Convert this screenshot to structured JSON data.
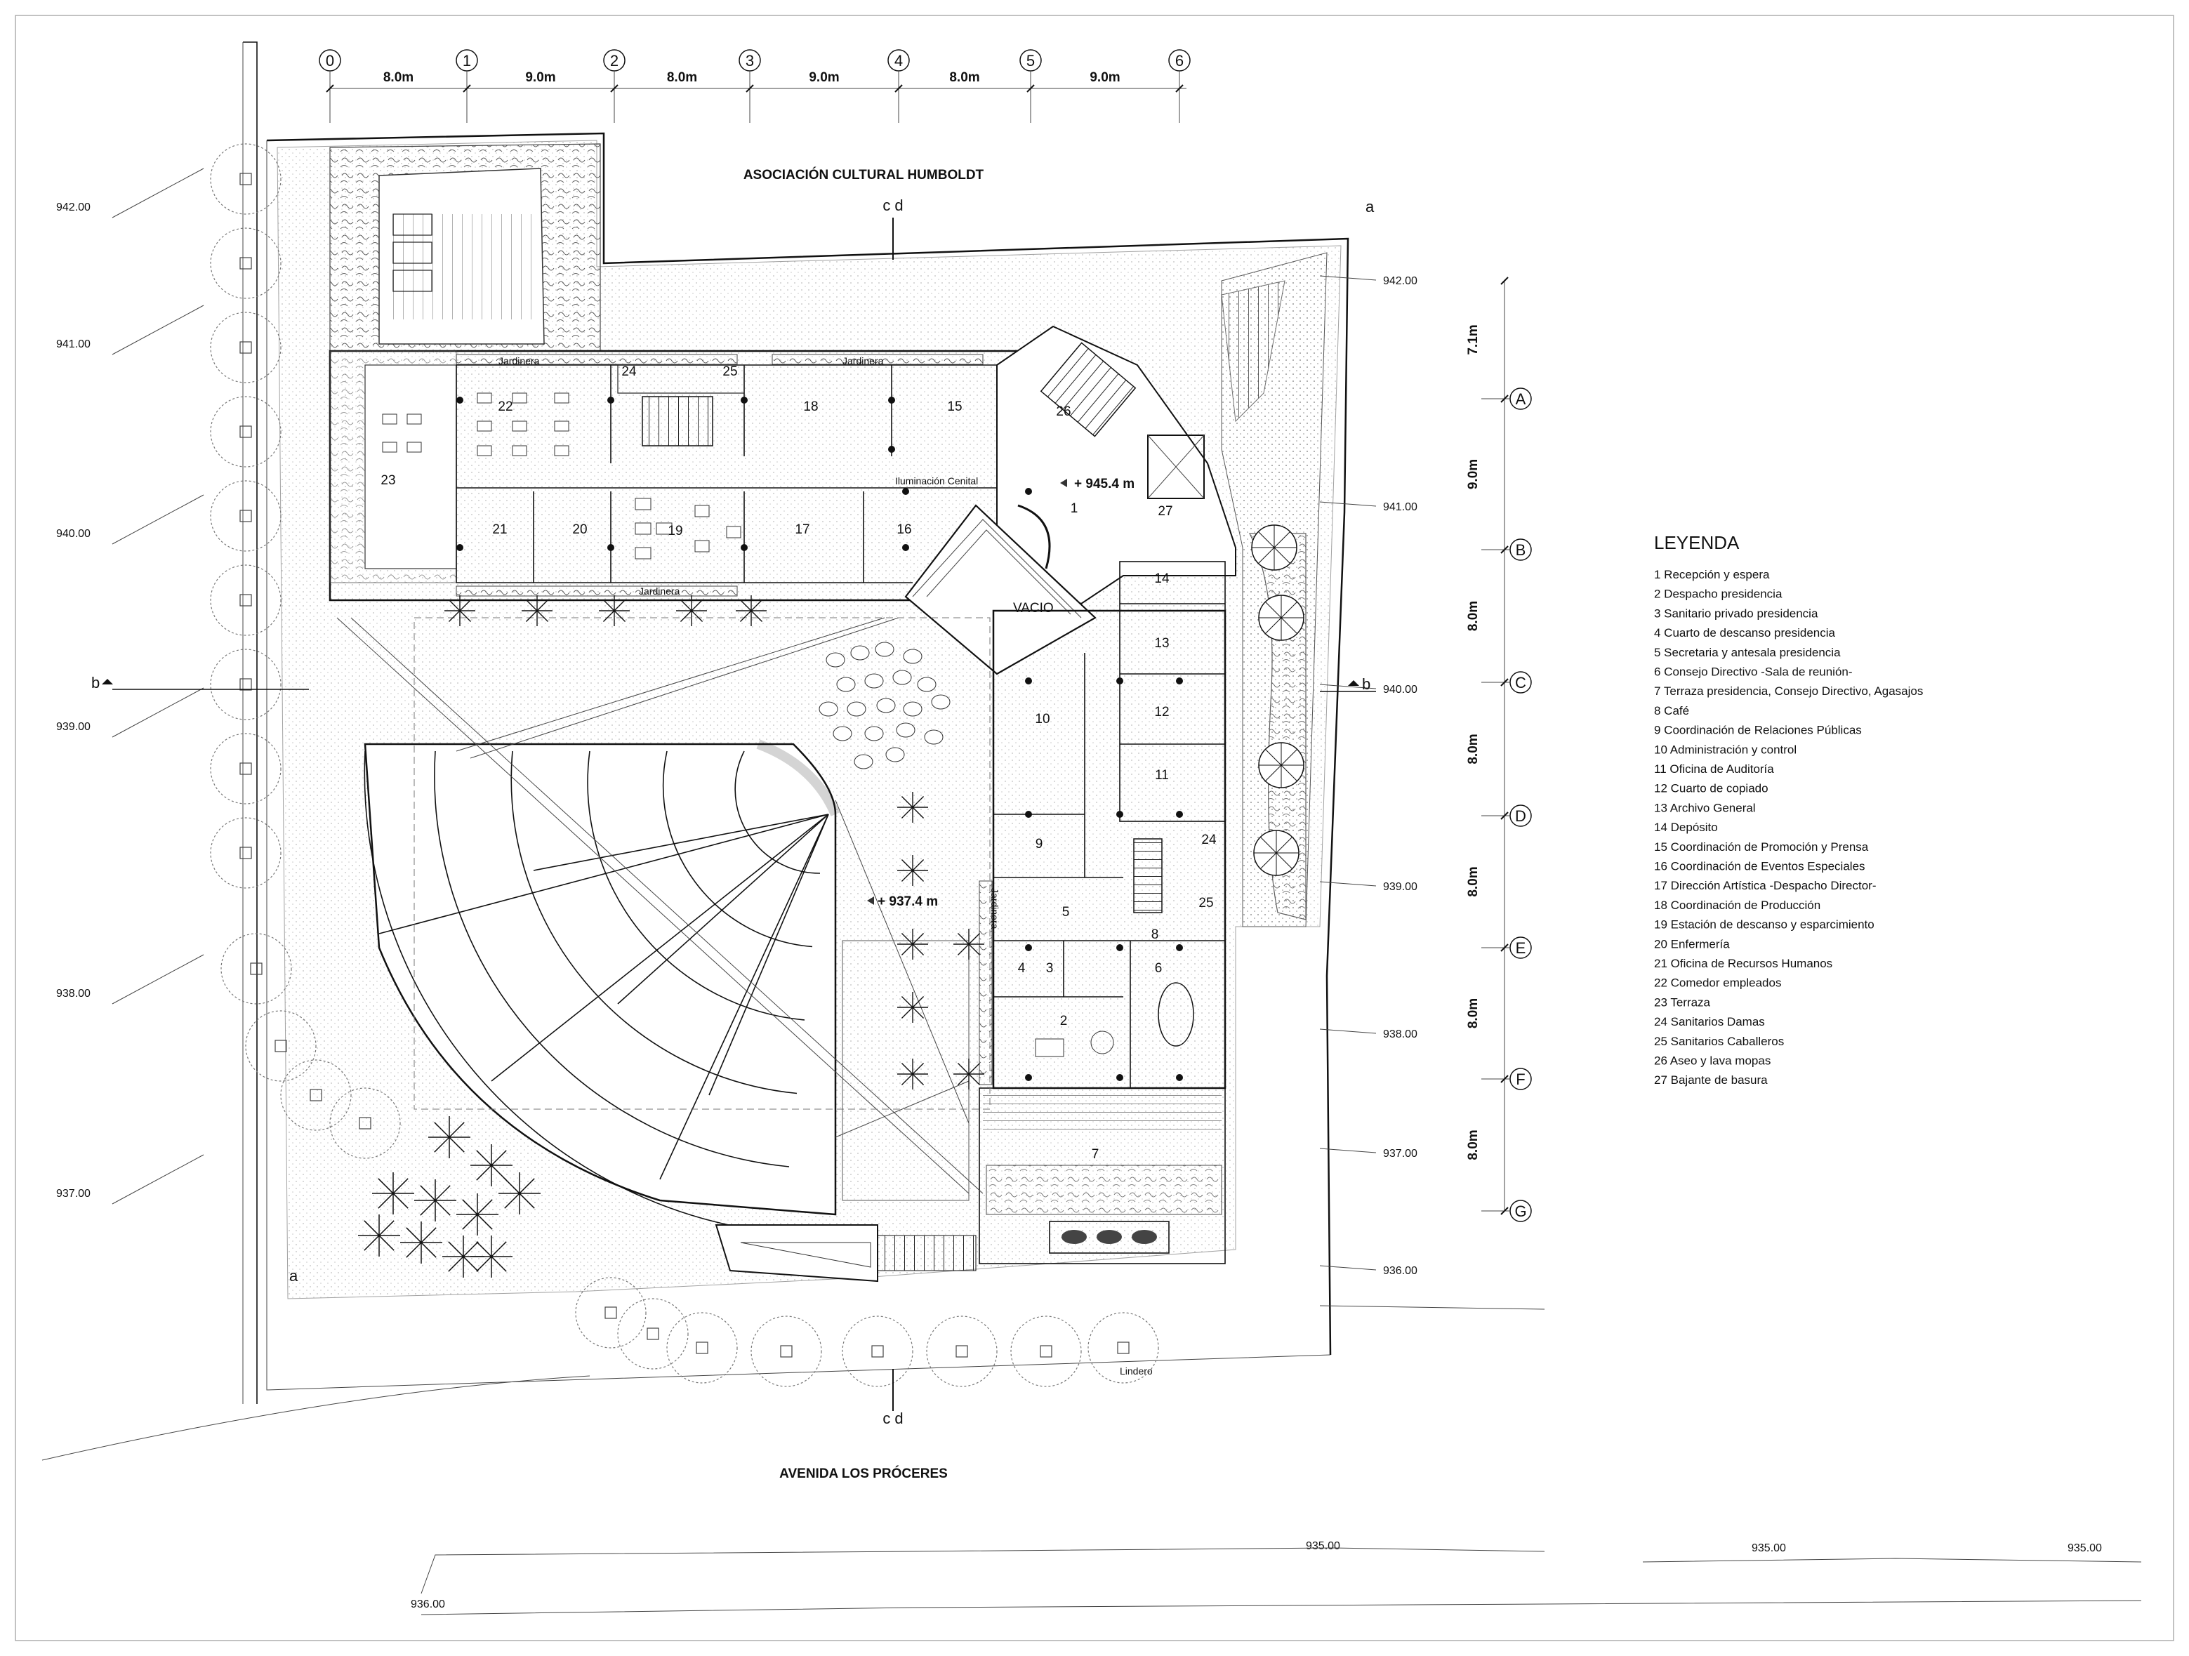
{
  "title_top": "ASOCIACIÓN CULTURAL HUMBOLDT",
  "title_bottom": "AVENIDA LOS PRÓCERES",
  "section_marks": {
    "cd": "c d",
    "a": "a",
    "b": "b"
  },
  "grid_columns": [
    "0",
    "1",
    "2",
    "3",
    "4",
    "5",
    "6"
  ],
  "grid_column_dims": [
    "8.0m",
    "9.0m",
    "8.0m",
    "9.0m",
    "8.0m",
    "9.0m"
  ],
  "grid_rows": [
    "A",
    "B",
    "C",
    "D",
    "E",
    "F",
    "G"
  ],
  "grid_row_dims": [
    "7.1m",
    "9.0m",
    "8.0m",
    "8.0m",
    "8.0m",
    "8.0m",
    "8.0m"
  ],
  "contours_left": [
    "942.00",
    "941.00",
    "940.00",
    "939.00",
    "938.00",
    "937.00"
  ],
  "contours_right": [
    "942.00",
    "941.00",
    "940.00",
    "939.00",
    "938.00",
    "937.00",
    "936.00"
  ],
  "contours_bottom": [
    "935.00",
    "935.00",
    "935.00",
    "936.00"
  ],
  "labels": {
    "jardinera": "Jardinera",
    "iluminacion": "Iluminación Cenital",
    "vacio": "VACIO",
    "level_upper": "+ 945.4 m",
    "level_lower": "+ 937.4 m",
    "lindero": "Lindero"
  },
  "rooms": [
    "1",
    "2",
    "3",
    "4",
    "5",
    "6",
    "7",
    "8",
    "9",
    "10",
    "11",
    "12",
    "13",
    "14",
    "15",
    "16",
    "17",
    "18",
    "19",
    "20",
    "21",
    "22",
    "23",
    "24",
    "25",
    "26",
    "27"
  ],
  "legend": {
    "title": "LEYENDA",
    "items": [
      "1    Recepción y espera",
      "2    Despacho presidencia",
      "3    Sanitario privado presidencia",
      "4    Cuarto de descanso presidencia",
      "5    Secretaria y antesala presidencia",
      "6    Consejo Directivo -Sala de reunión-",
      "7    Terraza presidencia, Consejo Directivo, Agasajos",
      "8    Café",
      "9    Coordinación de Relaciones Públicas",
      "10  Administración y control",
      "11  Oficina de Auditoría",
      "12  Cuarto de copiado",
      "13  Archivo General",
      "14  Depósito",
      "15  Coordinación de Promoción y Prensa",
      "16  Coordinación de Eventos Especiales",
      "17  Dirección Artística -Despacho Director-",
      "18  Coordinación de Producción",
      "19  Estación de descanso y esparcimiento",
      "20  Enfermería",
      "21  Oficina de Recursos Humanos",
      "22  Comedor empleados",
      "23  Terraza",
      "24  Sanitarios Damas",
      "25  Sanitarios Caballeros",
      "26  Aseo y lava mopas",
      "27  Bajante de basura"
    ]
  }
}
